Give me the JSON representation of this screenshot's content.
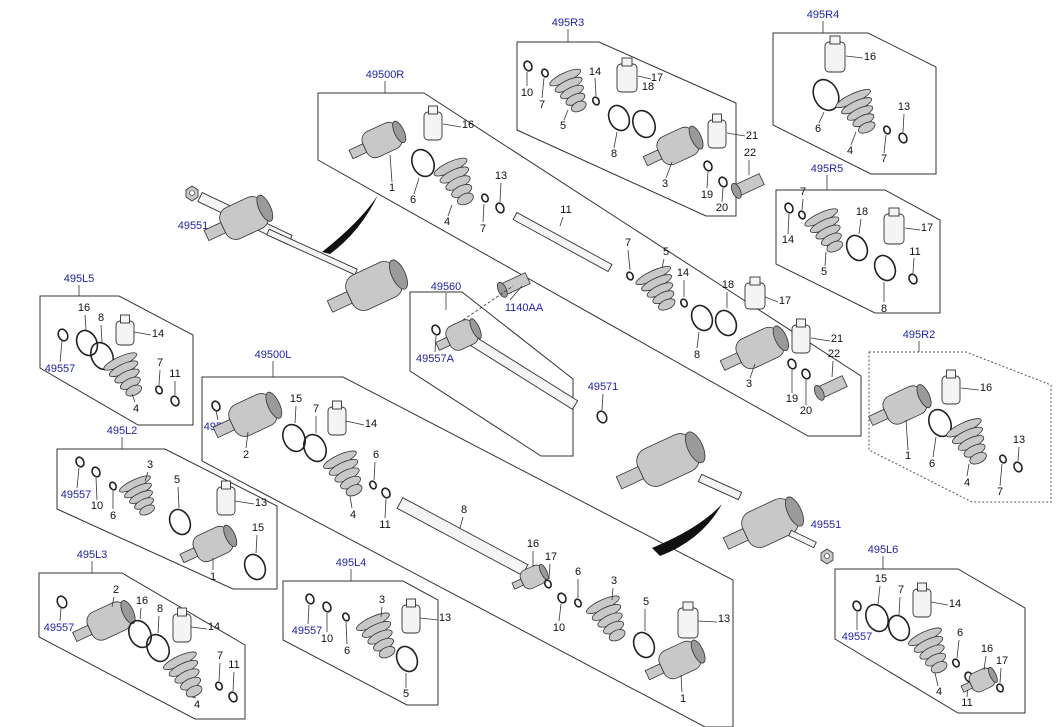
{
  "diagram": {
    "groups": [
      {
        "id": "495R3",
        "label": "495R3"
      },
      {
        "id": "495R4",
        "label": "495R4"
      },
      {
        "id": "49500R",
        "label": "49500R"
      },
      {
        "id": "495R5",
        "label": "495R5"
      },
      {
        "id": "495L5",
        "label": "495L5"
      },
      {
        "id": "49560",
        "label": "49560"
      },
      {
        "id": "495R2",
        "label": "495R2"
      },
      {
        "id": "49500L",
        "label": "49500L"
      },
      {
        "id": "495L2",
        "label": "495L2"
      },
      {
        "id": "495L3",
        "label": "495L3"
      },
      {
        "id": "495L4",
        "label": "495L4"
      },
      {
        "id": "495L6",
        "label": "495L6"
      }
    ],
    "refs": {
      "nut_left": "49551",
      "nut_right": "49551",
      "bolt": "1140AA",
      "seal_49557A": "49557A",
      "seal_49571": "49571",
      "seal_49557": "49557"
    },
    "numbers": [
      "1",
      "2",
      "3",
      "4",
      "5",
      "6",
      "7",
      "8",
      "10",
      "11",
      "13",
      "14",
      "15",
      "16",
      "17",
      "18",
      "19",
      "20",
      "21",
      "22"
    ]
  }
}
